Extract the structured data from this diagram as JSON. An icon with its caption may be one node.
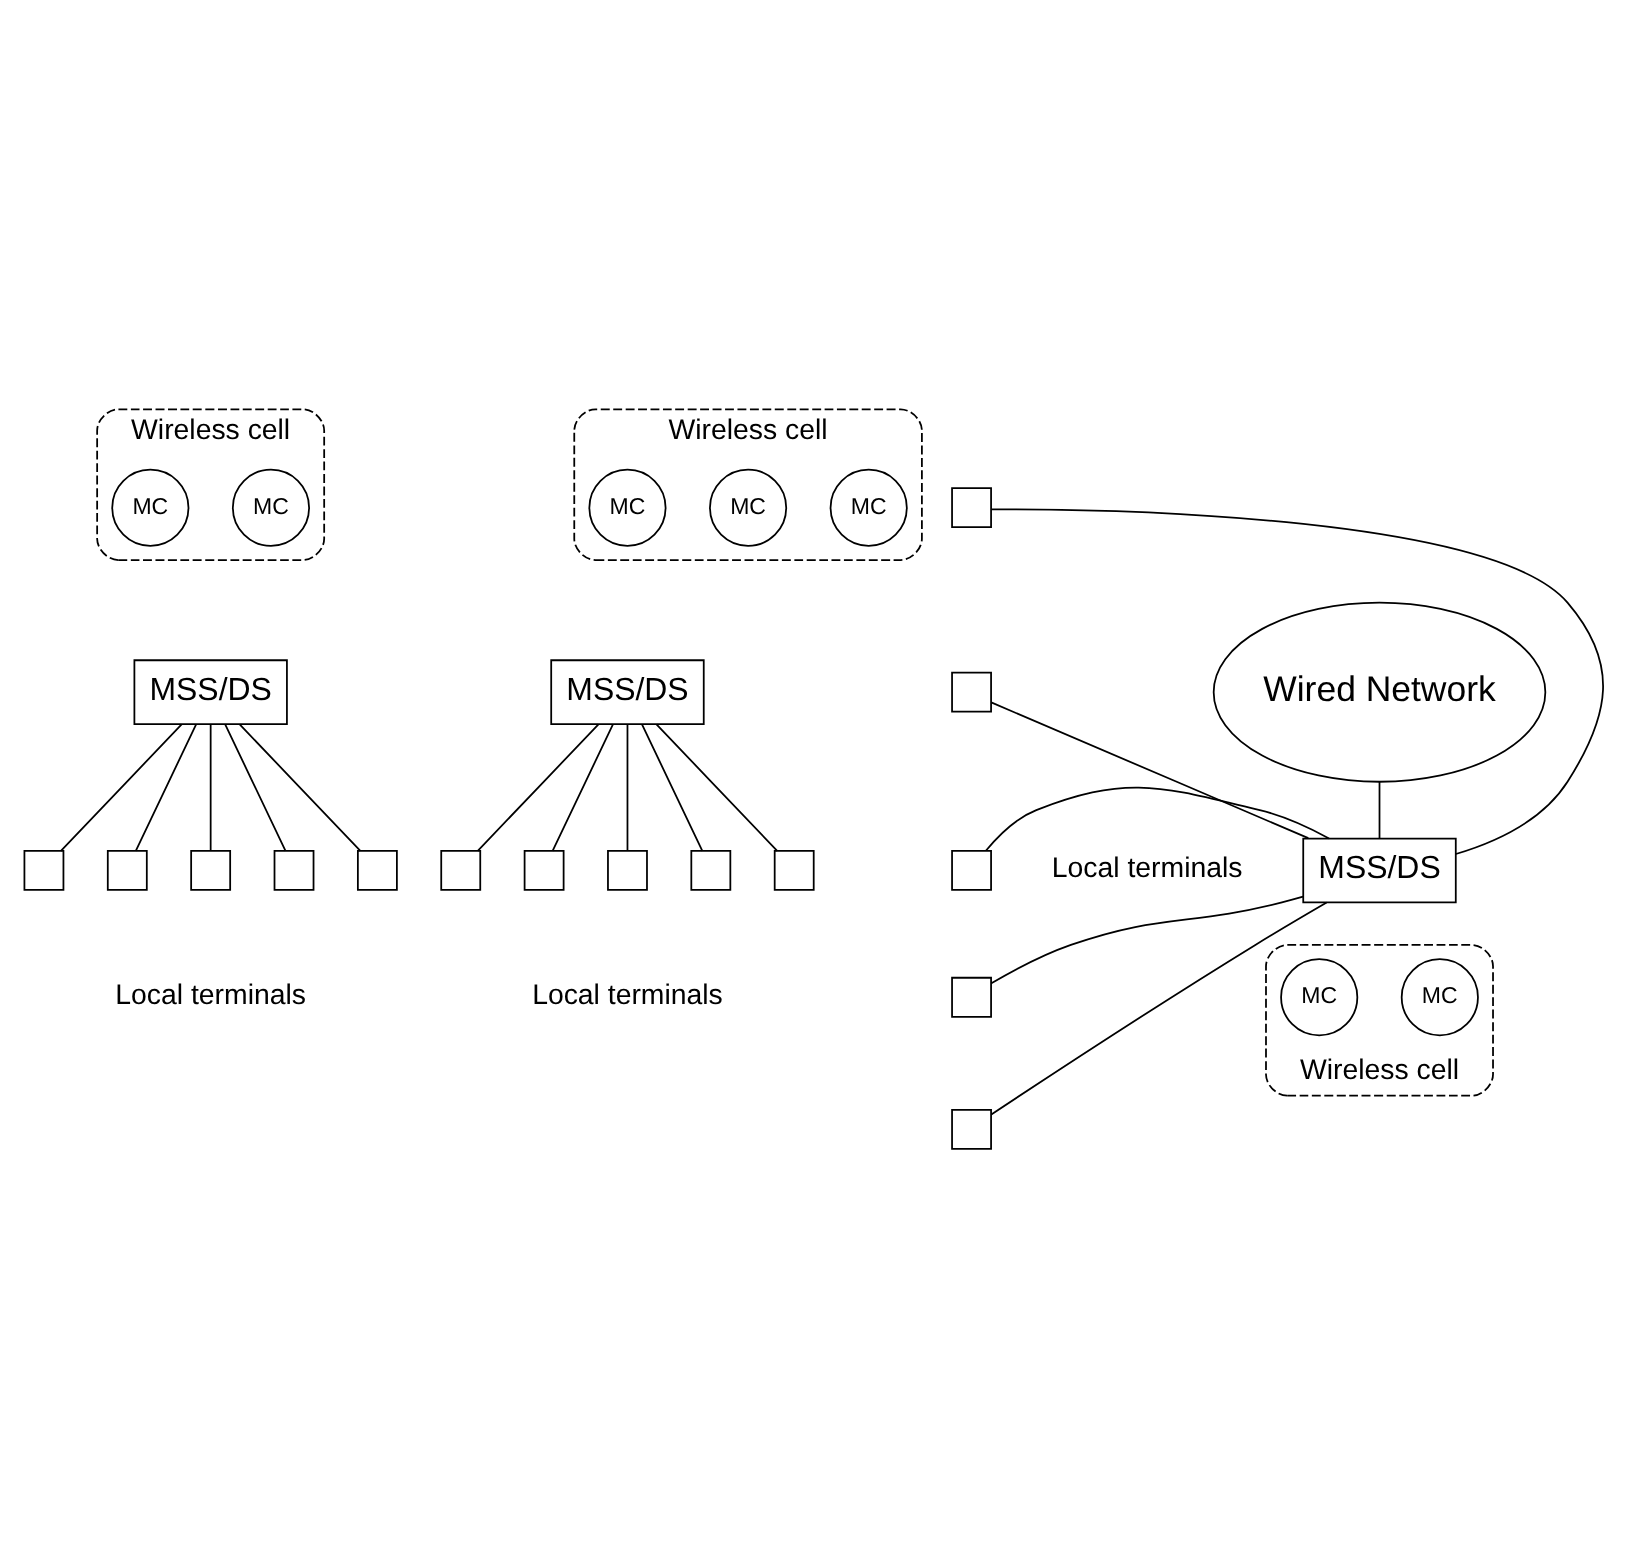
{
  "diagram": {
    "nodes": [
      {
        "text": [
          "Wireless cell"
        ]
      },
      {
        "text": [
          "MC"
        ],
        "in": 0
      },
      {
        "text": [
          "MC"
        ],
        "in": 0
      },
      {
        "text": [
          "MSS/DS"
        ]
      },
      {
        "text": [],
        "shape": "box"
      },
      {
        "text": [],
        "shape": "box"
      },
      {
        "text": [],
        "shape": "box"
      },
      {
        "text": [],
        "shape": "box"
      },
      {
        "text": [],
        "shape": "box"
      },
      {
        "text": [
          "Wireless cell"
        ]
      },
      {
        "text": [
          "MC"
        ],
        "in": 9
      },
      {
        "text": [
          "MC"
        ],
        "in": 9
      },
      {
        "text": [
          "MC"
        ],
        "in": 9
      },
      {
        "text": [
          "MSS/DS"
        ]
      },
      {
        "text": [],
        "shape": "box"
      },
      {
        "text": [],
        "shape": "box"
      },
      {
        "text": [],
        "shape": "box"
      },
      {
        "text": [],
        "shape": "box"
      },
      {
        "text": [],
        "shape": "box"
      },
      {
        "text": [
          "Wired Network"
        ]
      },
      {
        "text": [],
        "shape": "box"
      },
      {
        "text": [],
        "shape": "box"
      },
      {
        "text": [],
        "shape": "box"
      },
      {
        "text": [],
        "shape": "box"
      },
      {
        "text": [],
        "shape": "box"
      },
      {
        "text": [
          "MSS/DS"
        ]
      },
      {
        "text": [
          "Wireless cell"
        ]
      },
      {
        "text": [
          "MC"
        ],
        "in": 26
      },
      {
        "text": [
          "MC"
        ],
        "in": 26
      }
    ],
    "edges": [
      {
        "from": 3,
        "to": 4,
        "arrow": "none"
      },
      {
        "from": 3,
        "to": 5,
        "arrow": "none"
      },
      {
        "from": 3,
        "to": 6,
        "arrow": "none"
      },
      {
        "from": 3,
        "to": 7,
        "arrow": "none"
      },
      {
        "from": 3,
        "to": 8,
        "arrow": "none"
      },
      {
        "from": 13,
        "to": 14,
        "arrow": "none"
      },
      {
        "from": 13,
        "to": 15,
        "arrow": "none"
      },
      {
        "from": 13,
        "to": 16,
        "arrow": "none"
      },
      {
        "from": 13,
        "to": 17,
        "arrow": "none"
      },
      {
        "from": 13,
        "to": 18,
        "arrow": "none"
      },
      {
        "from": 19,
        "to": 25,
        "arrow": "none"
      },
      {
        "from": 25,
        "to": 20,
        "arrow": "none"
      },
      {
        "from": 25,
        "to": 21,
        "arrow": "none"
      },
      {
        "from": 25,
        "to": 22,
        "arrow": "none"
      },
      {
        "from": 25,
        "to": 23,
        "arrow": "none"
      },
      {
        "from": 25,
        "to": 24,
        "arrow": "none"
      }
    ],
    "labels": [
      "Local terminals",
      "Local terminals",
      "Local terminals"
    ]
  }
}
